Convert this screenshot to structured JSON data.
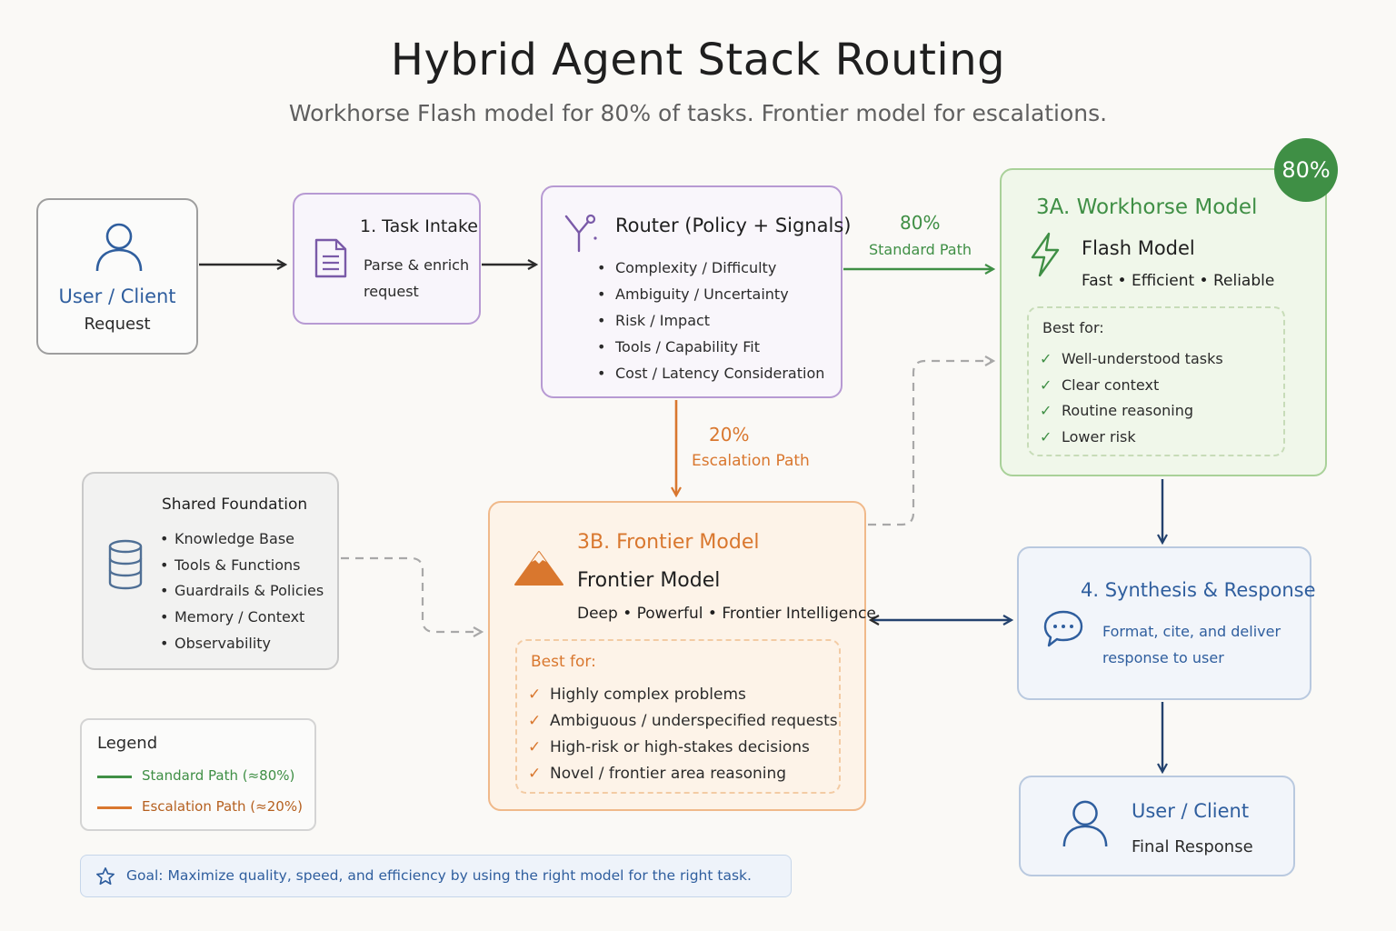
{
  "header": {
    "title": "Hybrid Agent Stack Routing",
    "subtitle": "Workhorse Flash model for 80% of tasks. Frontier model for escalations."
  },
  "user_client": {
    "title": "User / Client",
    "subtitle": "Request",
    "icon": "user-icon"
  },
  "task_intake": {
    "title": "1. Task Intake",
    "desc_line1": "Parse & enrich",
    "desc_line2": "request",
    "icon": "document-icon"
  },
  "router": {
    "title": "Router (Policy + Signals)",
    "icon": "router-fork-icon",
    "items": [
      "Complexity / Difficulty",
      "Ambiguity / Uncertainty",
      "Risk / Impact",
      "Tools / Capability Fit",
      "Cost / Latency Consideration"
    ]
  },
  "standard_path": {
    "percent": "80%",
    "label": "Standard Path"
  },
  "escalation_path": {
    "percent": "20%",
    "label": "Escalation Path"
  },
  "workhorse": {
    "badge": "80%",
    "title": "3A.  Workhorse Model",
    "model_name": "Flash Model",
    "traits": "Fast • Efficient • Reliable",
    "best_for_label": "Best for:",
    "best_for": [
      "Well-understood tasks",
      "Clear context",
      "Routine reasoning",
      "Lower risk"
    ],
    "icon": "lightning-icon"
  },
  "frontier": {
    "title": "3B.  Frontier Model",
    "model_name": "Frontier Model",
    "traits": "Deep • Powerful • Frontier Intelligence",
    "best_for_label": "Best for:",
    "best_for": [
      "Highly complex problems",
      "Ambiguous / underspecified requests",
      "High-risk or high-stakes decisions",
      "Novel / frontier area reasoning"
    ],
    "icon": "mountain-icon"
  },
  "shared_foundation": {
    "title": "Shared Foundation",
    "items": [
      "Knowledge Base",
      "Tools & Functions",
      "Guardrails & Policies",
      "Memory / Context",
      "Observability"
    ],
    "icon": "database-icon"
  },
  "synthesis": {
    "title": "4. Synthesis & Response",
    "desc_line1": "Format, cite, and deliver",
    "desc_line2": "response to user",
    "icon": "chat-bubble-icon"
  },
  "final_client": {
    "title": "User / Client",
    "subtitle": "Final Response",
    "icon": "user-icon"
  },
  "legend": {
    "title": "Legend",
    "items": [
      {
        "label": "Standard Path (≈80%)",
        "color": "#3f8f45"
      },
      {
        "label": "Escalation Path (≈20%)",
        "color": "#d9772e"
      }
    ]
  },
  "goal": {
    "text": "Goal: Maximize quality, speed, and efficiency by using the right model for the right task.",
    "icon": "star-icon"
  },
  "colors": {
    "green": "#3f8f45",
    "orange": "#d9772e",
    "purple": "#a889c4",
    "blue": "#2f5e9e",
    "gray": "#b5b5b5"
  }
}
